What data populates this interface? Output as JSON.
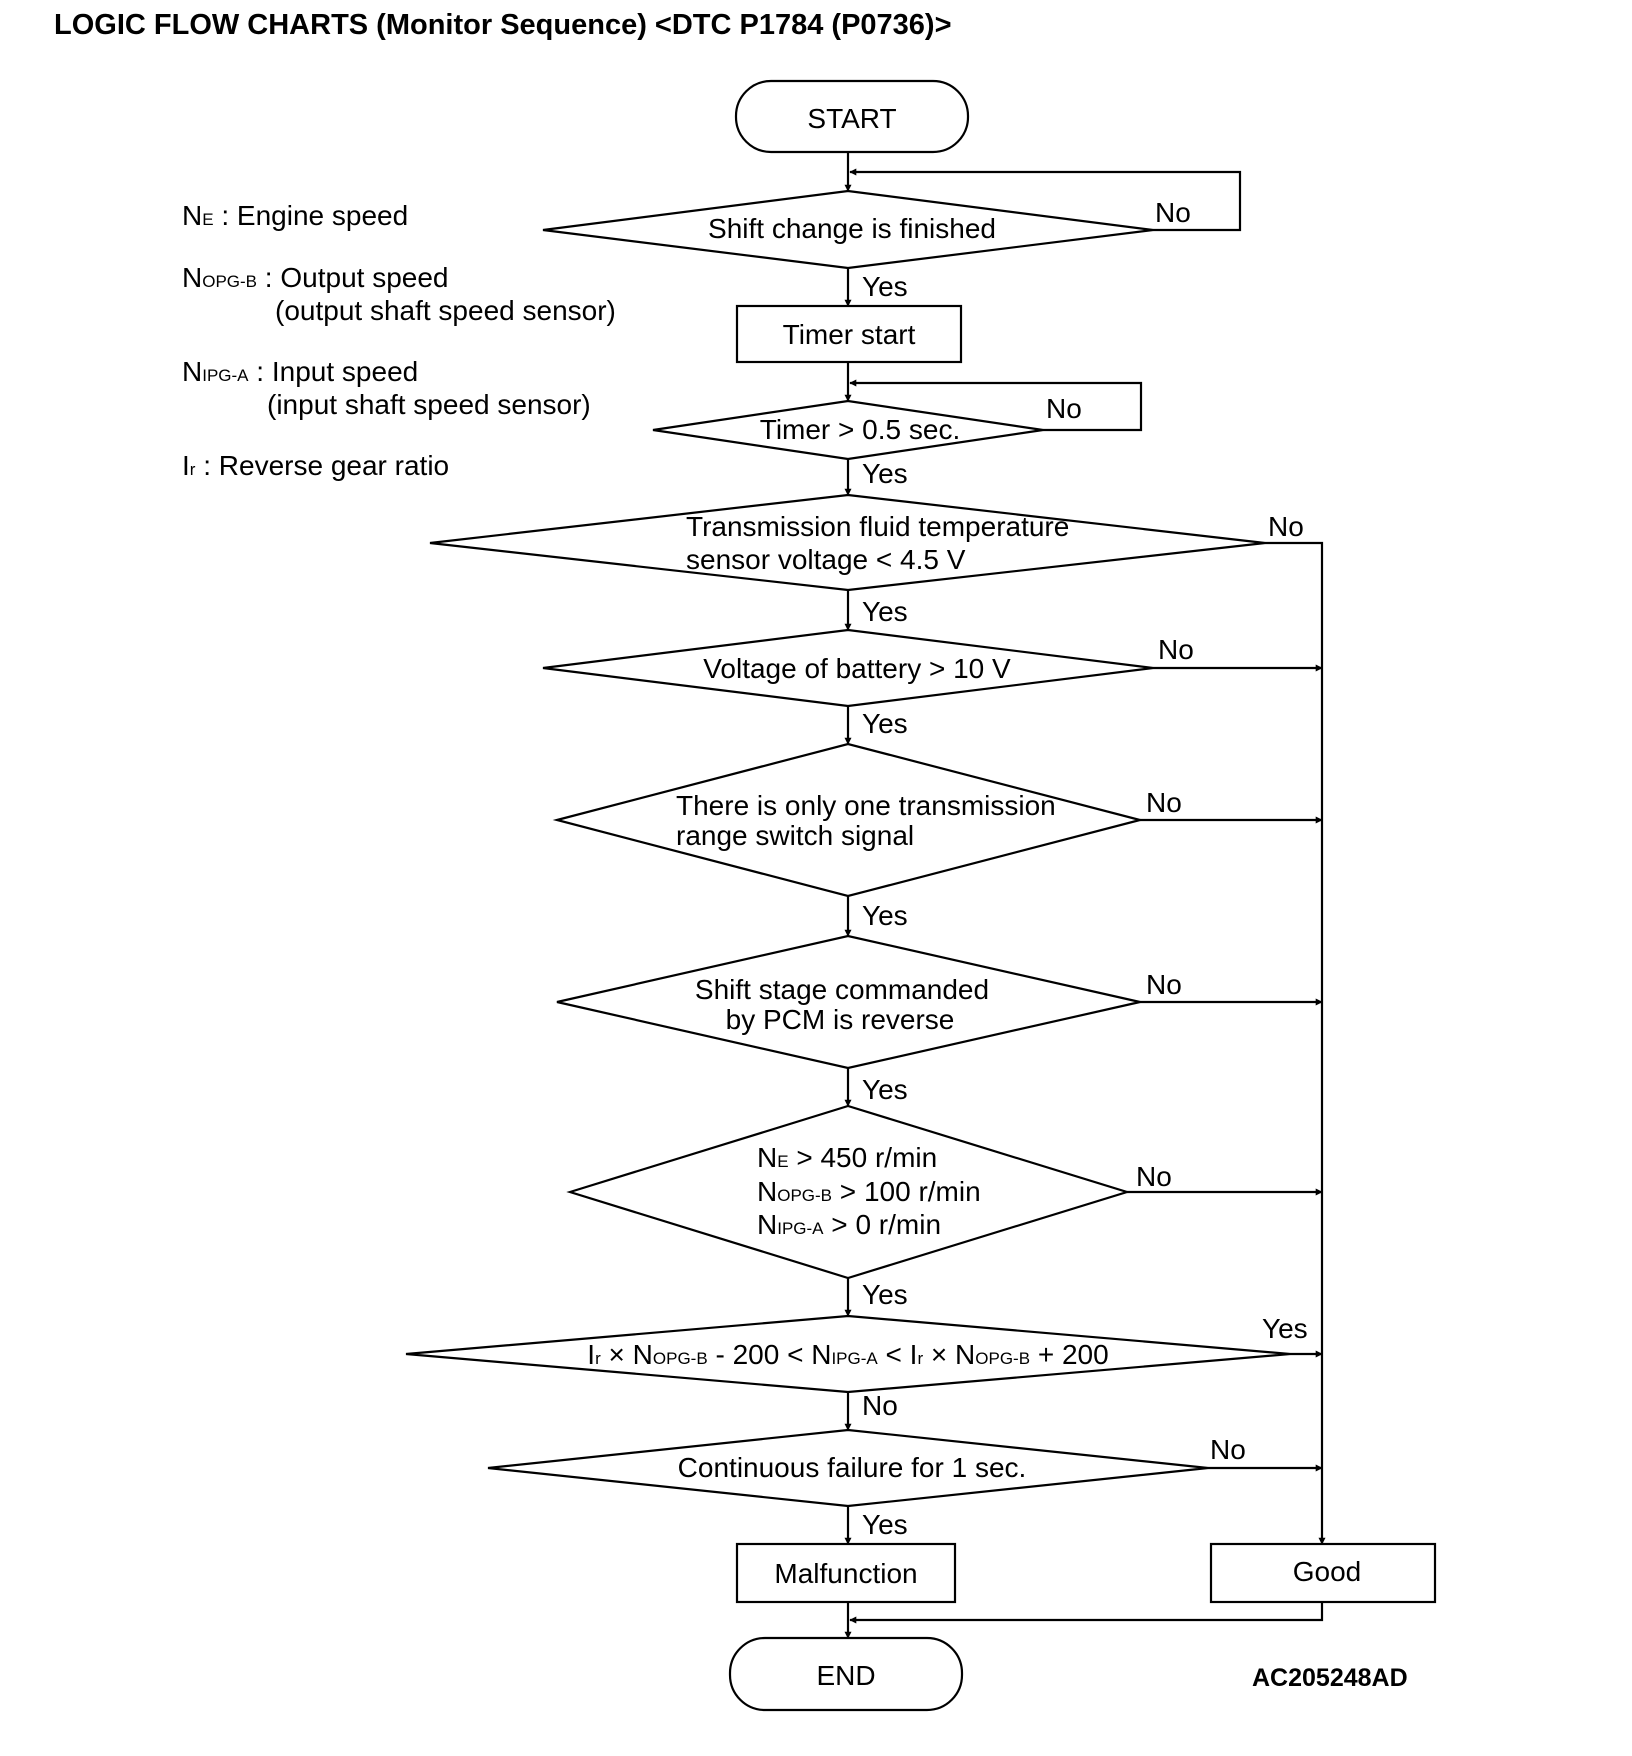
{
  "title": "LOGIC FLOW CHARTS (Monitor Sequence) <DTC P1784 (P0736)>",
  "legend": {
    "ne": {
      "sym": "N",
      "sub": "E",
      "sep": " : ",
      "text": "Engine speed"
    },
    "nopg": {
      "sym": "N",
      "sub": "OPG-B",
      "sep": " : ",
      "text": "Output speed",
      "text2": "(output shaft speed sensor)"
    },
    "nipg": {
      "sym": "N",
      "sub": "IPG-A",
      "sep": " : ",
      "text": "Input speed",
      "text2": "(input shaft speed sensor)"
    },
    "ir": {
      "sym": "I",
      "sub": "r",
      "sep": " : ",
      "text": "Reverse gear ratio"
    }
  },
  "nodes": {
    "start": "START",
    "shift_finished": "Shift change is finished",
    "timer_start": "Timer start",
    "timer_check": "Timer > 0.5 sec.",
    "fluid_temp_1": "Transmission fluid temperature",
    "fluid_temp_2": "sensor voltage < 4.5 V",
    "battery": "Voltage of battery > 10 V",
    "range_switch_1": "There is only one transmission",
    "range_switch_2": "range switch signal",
    "shift_stage_1": "Shift stage commanded",
    "shift_stage_2": "by PCM is reverse",
    "speed_ne": {
      "sym": "N",
      "sub": "E",
      "rest": " > 450 r/min"
    },
    "speed_nopg": {
      "sym": "N",
      "sub": "OPG-B",
      "rest": " > 100 r/min"
    },
    "speed_nipg": {
      "sym": "N",
      "sub": "IPG-A",
      "rest": " > 0 r/min"
    },
    "ratio": {
      "i1": "I",
      "i1_sub": "r",
      "x1": " × ",
      "n1": "N",
      "n1_sub": "OPG-B",
      "minus": " - 200 < ",
      "n2": "N",
      "n2_sub": "IPG-A",
      "lt": " < ",
      "i2": "I",
      "i2_sub": "r",
      "x2": " × ",
      "n3": "N",
      "n3_sub": "OPG-B",
      "plus": " + 200"
    },
    "continuous": "Continuous failure for 1 sec.",
    "malfunction": "Malfunction",
    "good": "Good",
    "end": "END"
  },
  "branch_labels": {
    "yes": "Yes",
    "no": "No"
  },
  "figure_code": "AC205248AD"
}
